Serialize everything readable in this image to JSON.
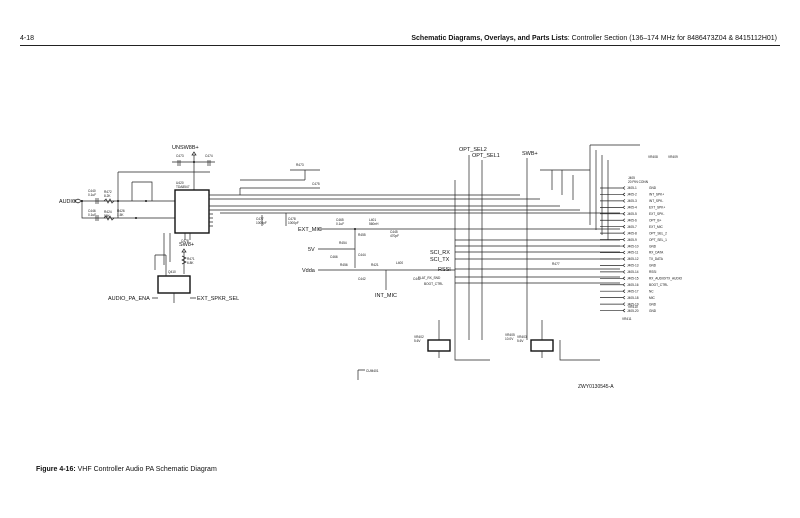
{
  "header": {
    "page_number": "4-18",
    "title_bold": "Schematic Diagrams, Overlays, and Parts Lists",
    "title_rest": ": Controller Section (136–174 MHz for 8486473Z04 & 8415112H01)"
  },
  "caption": {
    "bold": "Figure 4-16:",
    "rest": " VHF Controller Audio PA Schematic Diagram"
  },
  "schematic": {
    "drawing_number": "ZWY0130545-A",
    "power_nets": {
      "unsw": "UNSW8B+",
      "sw": "SW8+",
      "swb": "SWB+"
    },
    "amp": {
      "ref": "U420",
      "part": "TDA8547"
    },
    "transistor": {
      "ref": "Q410"
    },
    "net_labels": {
      "audio": "AUDIO",
      "audio_pa_ena": "AUDIO_PA_ENA",
      "ext_spkr_sel": "EXT_SPKR_SEL",
      "ext_mic": "EXT_MIC",
      "five_v": "5V",
      "vdda": "Vdda",
      "int_mic": "INT_MIC",
      "opt_sel2": "OPT_SEL2",
      "opt_sel1": "OPT_SEL1",
      "sci_rx": "SCI_RX",
      "sci_tx": "SCI_TX",
      "rssi": "RSSI",
      "flat_rx": "FLAT_RX_SND",
      "boot_ctrl": "BOOT_CTRL",
      "gnd_ref": "CUM401"
    },
    "components": {
      "c440": "C440",
      "c440_val": "0.1uF",
      "c446": "C446",
      "c446_val": "0.1uF",
      "r472": "R472",
      "r472_val": "8.2K",
      "r424": "R424",
      "r424_val": "56K",
      "r426": "R426",
      "r426_val": "1.5K",
      "c473": "C473",
      "c473_val": "0.1uF",
      "c474": "C474",
      "c474_val": "0.1uF",
      "r473": "R473",
      "r473_val": "1K",
      "c475": "C475",
      "c477": "C477",
      "c477_val": "1000pF",
      "c478": "C478",
      "c478_val": "1000pF",
      "c465": "C465",
      "c465_val": "0.1uF",
      "l401": "L401",
      "l401_val": "560nH",
      "c445": "C445",
      "c445_val": "470pF",
      "r455": "R455",
      "r455_val": "2K",
      "r454": "R454",
      "r454_val": "330",
      "c444": "C444",
      "c444_val": "100pF",
      "c466": "C466",
      "c466_val": "470pF",
      "r456": "R456",
      "r456_val": "0",
      "r421": "R421",
      "r421_val": "2K",
      "l400": "L400",
      "l400_val": "560nH",
      "c442": "C442",
      "c442_val": "4.7uF",
      "c441": "C441",
      "c441_val": "470pF",
      "r471": "R471",
      "r471_val": "6.8K",
      "r477": "R477",
      "r477_val": "1K",
      "vr402": "VR402",
      "vr402_val": "5.6V",
      "vr403": "VR403",
      "vr403_val": "5.6V",
      "vr405": "VR405",
      "vr405_val": "10.0V",
      "vr408": "VR408",
      "vr408_val": "10.0V",
      "vr409": "VR409",
      "vr409_val": "10.0V",
      "vr410": "VR410",
      "vr410_val": "6.8V",
      "vr411": "VR411",
      "vr411_val": "6.8V"
    },
    "connector": {
      "ref": "J405",
      "desc": "20 PIN CONN",
      "pins": [
        {
          "pin": "J405-1",
          "net": "GND"
        },
        {
          "pin": "J405-2",
          "net": "INT_SPK+"
        },
        {
          "pin": "J405-3",
          "net": "INT_SPK-"
        },
        {
          "pin": "J405-4",
          "net": "EXT_SPK+"
        },
        {
          "pin": "J405-5",
          "net": "EXT_SPK-"
        },
        {
          "pin": "J405-6",
          "net": "OPT_B+"
        },
        {
          "pin": "J405-7",
          "net": "EXT_MIC"
        },
        {
          "pin": "J405-8",
          "net": "OPT_SEL_2"
        },
        {
          "pin": "J405-9",
          "net": "OPT_SEL_1"
        },
        {
          "pin": "J405-10",
          "net": "GND"
        },
        {
          "pin": "J405-11",
          "net": "RX_DATA"
        },
        {
          "pin": "J405-12",
          "net": "TX_DATA"
        },
        {
          "pin": "J405-13",
          "net": "GND"
        },
        {
          "pin": "J405-14",
          "net": "RSSI"
        },
        {
          "pin": "J405-15",
          "net": "RX_AUDIO/TX_AUDIO"
        },
        {
          "pin": "J405-16",
          "net": "BOOT_CTRL"
        },
        {
          "pin": "J405-17",
          "net": "NC"
        },
        {
          "pin": "J405-18",
          "net": "MIC"
        },
        {
          "pin": "J405-19",
          "net": "GND"
        },
        {
          "pin": "J405-20",
          "net": "GND"
        }
      ]
    }
  }
}
